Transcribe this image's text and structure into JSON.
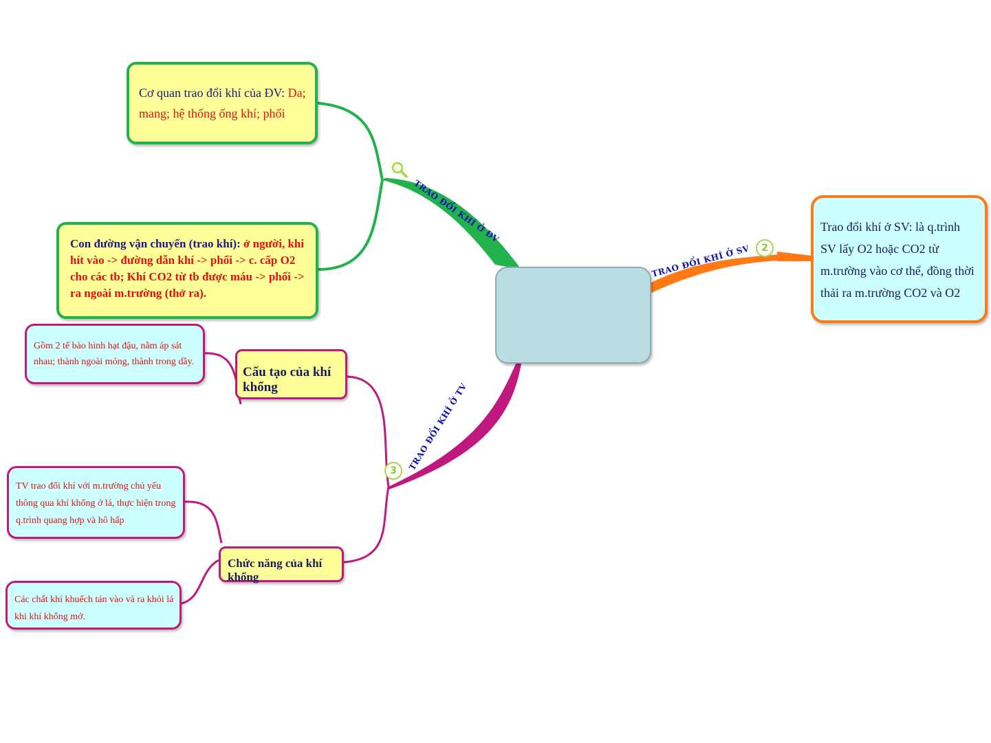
{
  "colors": {
    "dv_branch": "#22b24c",
    "sv_branch": "#ff7a14",
    "tv_branch": "#c0187e",
    "center_fill": "#b8dde2",
    "note_yellow": "#ffff99",
    "note_cyan": "#ccffff",
    "text_red": "#e01010",
    "text_blue": "#1a1a7a"
  },
  "center": {
    "text": ""
  },
  "branches": {
    "dv": {
      "label": "TRAO ĐỔI KHÍ Ở ĐV",
      "icon": "magnifier-icon",
      "organ": {
        "lead": "Cơ quan trao đổi khí của ĐV: ",
        "detail": "Da; mang; hệ thống ống khí; phổi"
      },
      "route": {
        "lead": "Con đường vận chuyển (trao khí): ",
        "detail": "ở người, khi hít vào -> đường dẫn khí -> phổi -> c. cấp O2 cho các tb; Khí CO2 từ tb được máu -> phổi -> ra ngoài m.trường (thở ra)."
      }
    },
    "sv": {
      "label": "TRAO ĐỔI KHÍ Ở SV",
      "marker": "2",
      "definition": "Trao đổi khí ở SV: là q.trình SV lấy O2 hoặc CO2 từ m.trường vào cơ thể, đồng thời thải ra m.trường CO2 và O2"
    },
    "tv": {
      "label": "TRAO ĐỔI KHÍ Ở TV",
      "marker": "3",
      "structure": {
        "title": "Cấu tạo của khí khổng",
        "note": "Gồm 2 tế bào hình hạt đậu, nằm áp sát nhau; thành ngoài mỏng, thành trong dầy."
      },
      "function": {
        "title": "Chức năng của khí khổng",
        "note1": "TV trao đổi khí với m.trường chủ yếu thông qua khí khổng ở lá, thực hiện trong q.trình quang hợp và hô hấp",
        "note2": "Các chất khí khuếch tán vào và ra khỏi lá khi khí khổng mở."
      }
    }
  }
}
